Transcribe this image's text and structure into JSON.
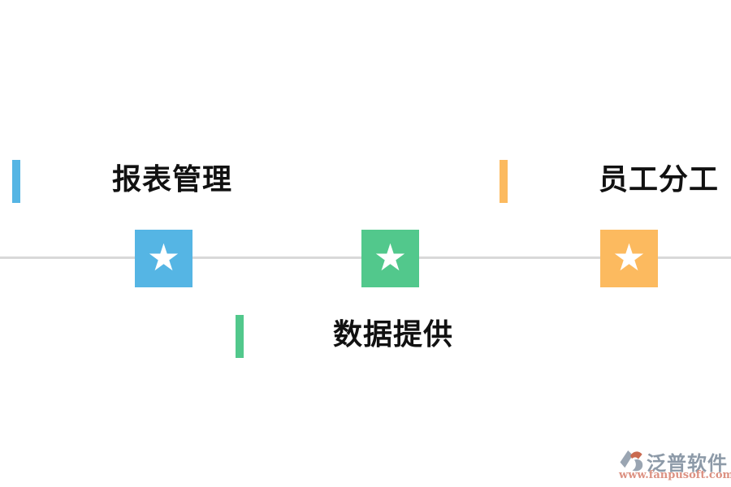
{
  "diagram": {
    "background": "#FFFFFF",
    "line_color": "#D9D9D9",
    "text_color": "#111111",
    "labels": {
      "report_management": {
        "text": "报表管理",
        "accent_color": "#55B5E4"
      },
      "employee_division": {
        "text": "员工分工",
        "accent_color": "#FCBA5F"
      },
      "data_provision": {
        "text": "数据提供",
        "accent_color": "#52C88C"
      }
    },
    "milestones": [
      {
        "name": "report-management",
        "color": "#55B5E4",
        "star": "★"
      },
      {
        "name": "data-provision",
        "color": "#52C88C",
        "star": "★"
      },
      {
        "name": "employee-division",
        "color": "#FCBA5F",
        "star": "★"
      }
    ]
  },
  "watermark": {
    "brand": "泛普软件",
    "url": "www.fanpusoft.com",
    "brand_color": "#8D9AA8",
    "url_color": "#DC9182",
    "logo_gray": "#9AA5B2",
    "logo_accent": "#C96A50"
  }
}
